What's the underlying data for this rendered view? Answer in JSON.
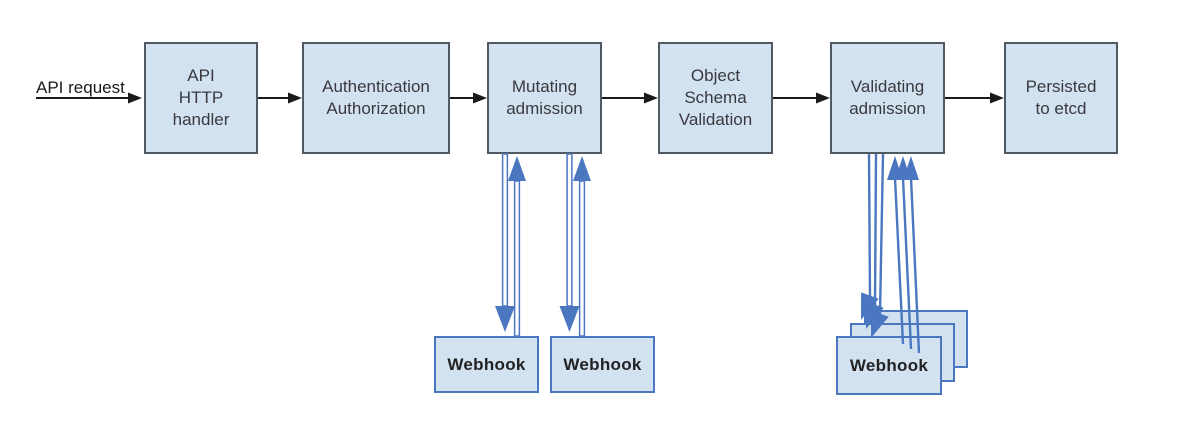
{
  "diagram": {
    "request_label": "API request",
    "nodes": [
      {
        "name": "api-http-handler",
        "lines": [
          "API",
          "HTTP",
          "handler"
        ]
      },
      {
        "name": "authentication-authorization",
        "lines": [
          "Authentication",
          "Authorization"
        ]
      },
      {
        "name": "mutating-admission",
        "lines": [
          "Mutating",
          "admission"
        ]
      },
      {
        "name": "object-schema-validation",
        "lines": [
          "Object",
          "Schema",
          "Validation"
        ]
      },
      {
        "name": "validating-admission",
        "lines": [
          "Validating",
          "admission"
        ]
      },
      {
        "name": "persisted-to-etcd",
        "lines": [
          "Persisted",
          "to etcd"
        ]
      }
    ],
    "mutating_webhooks": [
      {
        "label": "Webhook"
      },
      {
        "label": "Webhook"
      }
    ],
    "validating_webhooks": {
      "front_label": "Webhook",
      "stack_count": 3
    },
    "colors": {
      "node_fill": "#d3e2f0",
      "node_border": "#515a63",
      "webhook_border": "#4a77c0",
      "flow_arrow": "#1a1a1a",
      "webhook_arrow": "#4a77c0",
      "text": "#39393f"
    }
  }
}
